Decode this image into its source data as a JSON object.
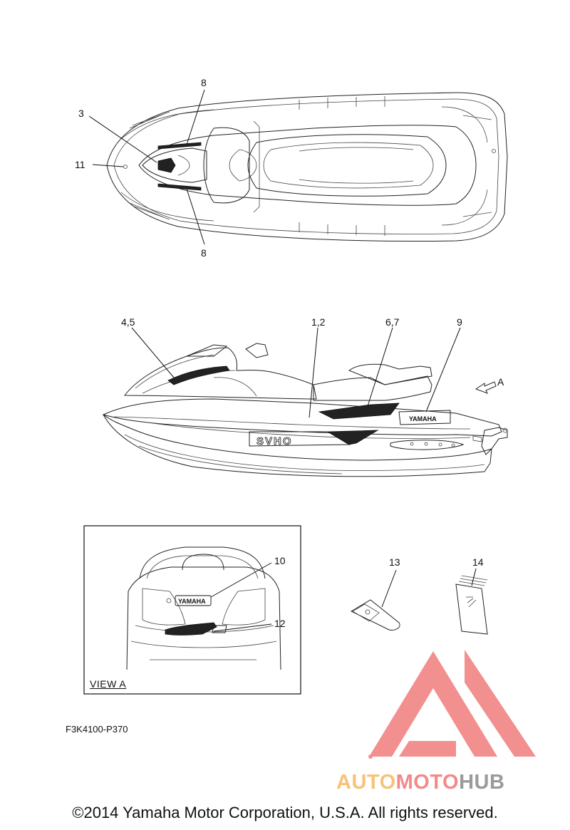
{
  "callouts": {
    "c3": "3",
    "c8_top": "8",
    "c11": "11",
    "c8_bottom": "8",
    "c45": "4,5",
    "c12": "1,2",
    "c67": "6,7",
    "c9": "9",
    "view_arrow": "A",
    "c10": "10",
    "c12b": "12",
    "c13": "13",
    "c14": "14"
  },
  "decal_text": {
    "yamaha_side": "YAMAHA",
    "yamaha_rear": "YAMAHA",
    "svho": "SVHO"
  },
  "view_caption": "VIEW A",
  "diagram_code": "F3K4100-P370",
  "copyright": "©2014 Yamaha Motor Corporation, U.S.A. All rights reserved.",
  "watermark": {
    "part1": "AUTO",
    "part2": "MOTO",
    "part3": "HUB",
    "colors": {
      "part1": "#f7c27a",
      "part2": "#f28a8a",
      "part3": "#9a9a9a",
      "logo": "#f07c7c"
    }
  }
}
